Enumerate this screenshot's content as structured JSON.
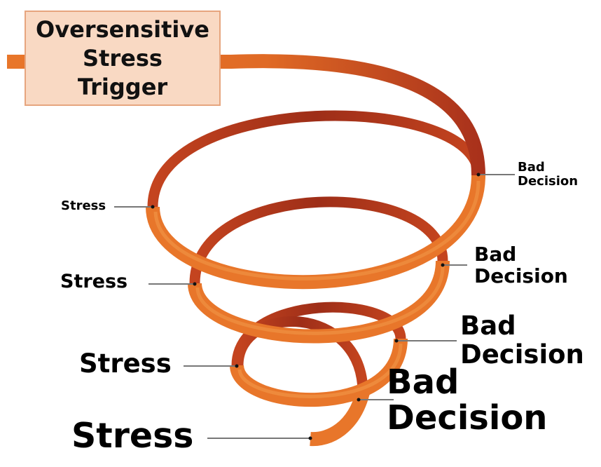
{
  "trigger": {
    "line1": "Oversensitive",
    "line2": "Stress",
    "line3": "Trigger"
  },
  "stress_labels": [
    "Stress",
    "Stress",
    "Stress",
    "Stress"
  ],
  "decision_labels": [
    {
      "line1": "Bad",
      "line2": "Decision"
    },
    {
      "line1": "Bad",
      "line2": "Decision"
    },
    {
      "line1": "Bad",
      "line2": "Decision"
    },
    {
      "line1": "Bad",
      "line2": "Decision"
    }
  ],
  "colors": {
    "ribbon_front": "#e8762a",
    "ribbon_back": "#a9311b",
    "leader_line": "#777777",
    "trigger_fill": "#f9d9c3",
    "trigger_border": "#e6a57e"
  }
}
